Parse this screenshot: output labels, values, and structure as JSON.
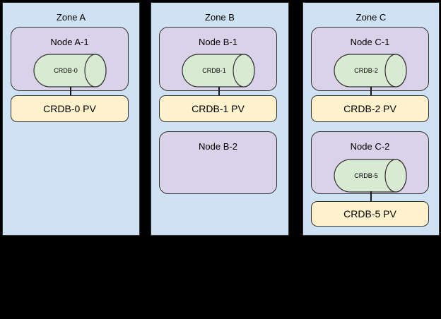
{
  "diagram": {
    "background_color": "#000000",
    "colors": {
      "zone_fill": "#cfe2f3",
      "node_fill": "#d9d2e9",
      "pod_cylinder_fill": "#d9ead3",
      "pv_fill": "#fff2cc",
      "border": "#323232",
      "text": "#000000"
    }
  },
  "zones": [
    {
      "title": "Zone A",
      "nodes": [
        {
          "title": "Node A-1",
          "pod": "CRDB-0",
          "pv": "CRDB-0 PV"
        }
      ]
    },
    {
      "title": "Zone B",
      "nodes": [
        {
          "title": "Node B-1",
          "pod": "CRDB-1",
          "pv": "CRDB-1 PV"
        },
        {
          "title": "Node B-2"
        }
      ]
    },
    {
      "title": "Zone C",
      "nodes": [
        {
          "title": "Node C-1",
          "pod": "CRDB-2",
          "pv": "CRDB-2 PV"
        },
        {
          "title": "Node C-2",
          "pod": "CRDB-5",
          "pv": "CRDB-5 PV"
        }
      ]
    }
  ]
}
